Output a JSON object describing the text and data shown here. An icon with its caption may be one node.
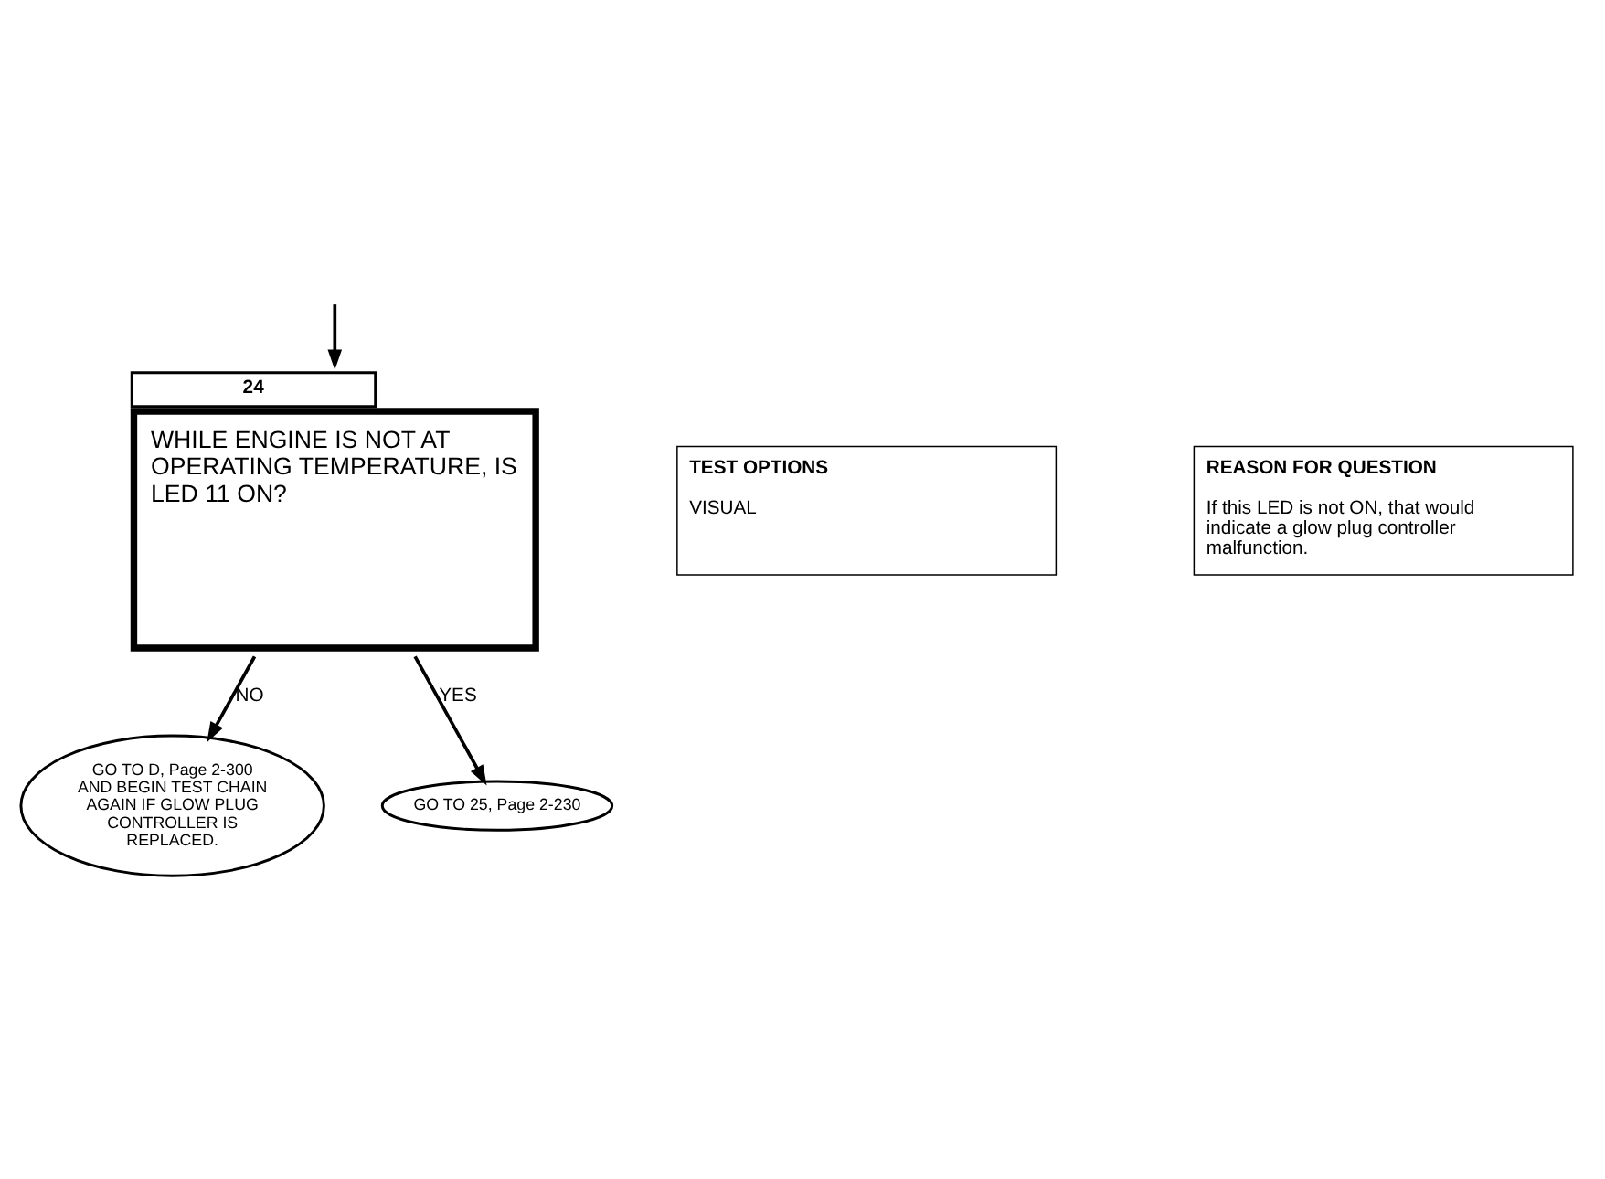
{
  "diagram": {
    "nodes": [
      {
        "text": [
          "24",
          "WHILE ENGINE IS NOT AT OPERATING TEMPERATURE, IS LED 11 ON?"
        ]
      },
      {
        "text": [
          "TEST OPTIONS",
          "VISUAL"
        ]
      },
      {
        "text": [
          "REASON FOR QUESTION",
          "If this LED is not ON, that would indicate a glow plug controller malfunction."
        ]
      },
      {
        "text": [
          "GO TO D, Page 2-300 AND BEGIN TEST CHAIN AGAIN IF GLOW PLUG CONTROLLER IS REPLACED."
        ]
      },
      {
        "text": [
          "GO TO 25, Page 2-230"
        ]
      }
    ],
    "edges": [
      {
        "from": null,
        "to": 0,
        "arrow": "to"
      },
      {
        "from": 0,
        "to": 3,
        "arrow": "to",
        "label": "NO"
      },
      {
        "from": 0,
        "to": 4,
        "arrow": "to",
        "label": "YES"
      }
    ]
  }
}
